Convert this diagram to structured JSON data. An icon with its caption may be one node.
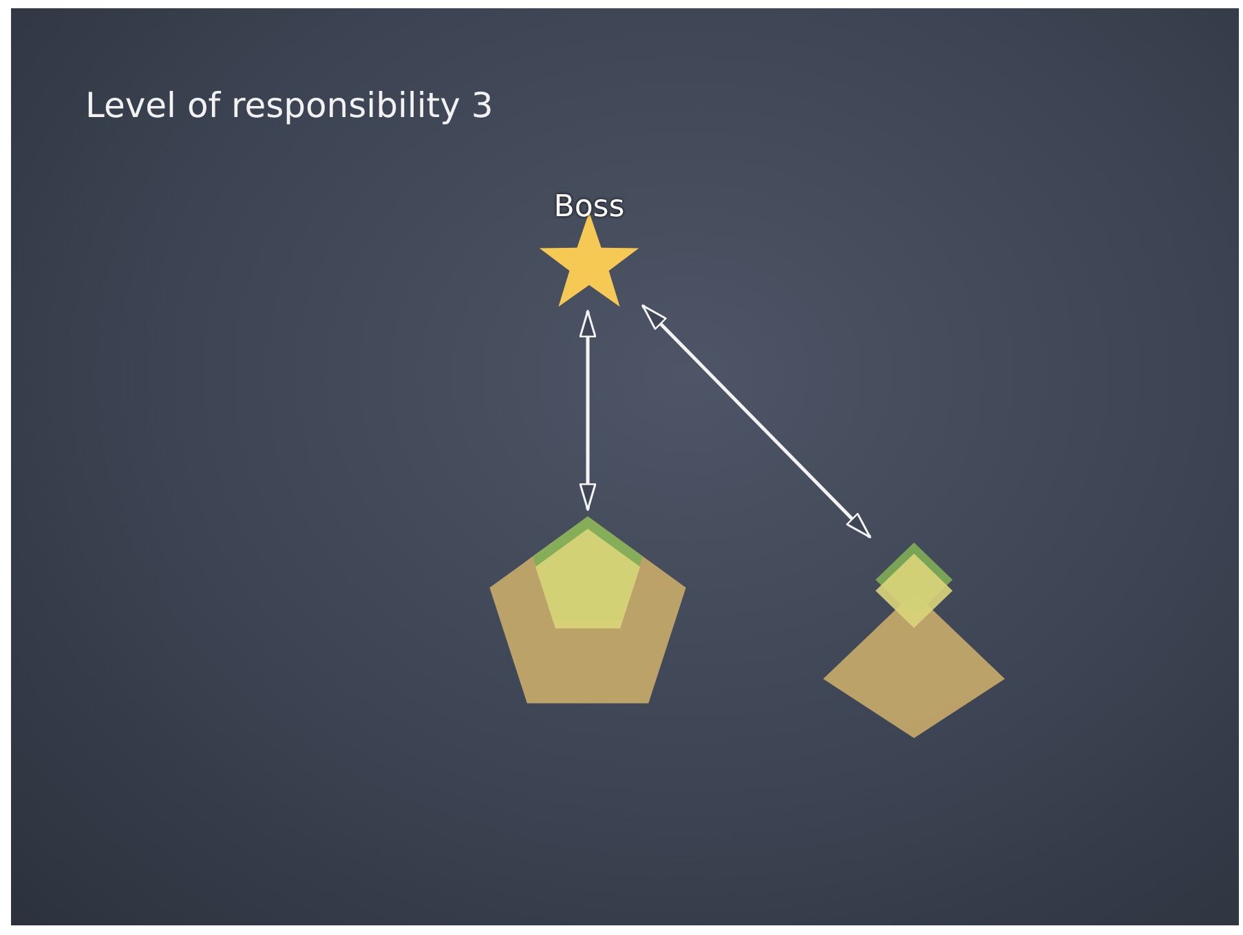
{
  "diagram": {
    "title": "Level of responsibility 3",
    "nodes": [
      {
        "text": [
          "Boss"
        ]
      },
      {
        "text": [],
        "shape": "pentagon"
      },
      {
        "text": [],
        "shape": "diamond"
      }
    ],
    "edges": [
      {
        "from": 0,
        "to": 1,
        "arrow": "both"
      },
      {
        "from": 0,
        "to": 2,
        "arrow": "both"
      }
    ]
  }
}
